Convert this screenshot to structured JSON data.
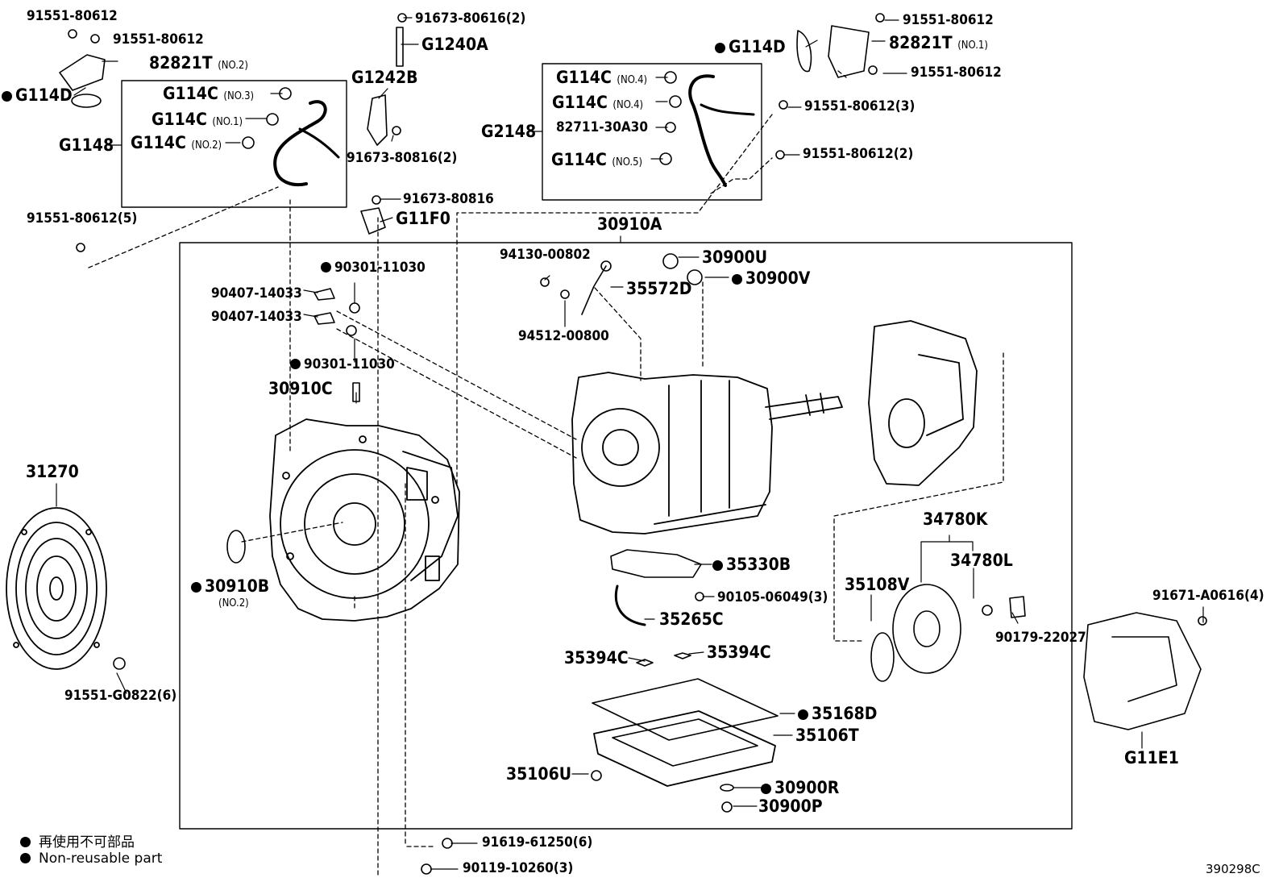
{
  "callouts": [
    {
      "id": "c01",
      "code": "91551-80612",
      "note": "",
      "dot": false,
      "big": false
    },
    {
      "id": "c02",
      "code": "91551-80612",
      "note": "",
      "dot": false,
      "big": false
    },
    {
      "id": "c03",
      "code": "82821T",
      "note": "(NO.2)",
      "dot": false,
      "big": true
    },
    {
      "id": "c04",
      "code": "G114D",
      "note": "",
      "dot": true,
      "big": true
    },
    {
      "id": "c05",
      "code": "G114C",
      "note": "(NO.3)",
      "dot": false,
      "big": true
    },
    {
      "id": "c06",
      "code": "G114C",
      "note": "(NO.1)",
      "dot": false,
      "big": true
    },
    {
      "id": "c07",
      "code": "G114C",
      "note": "(NO.2)",
      "dot": false,
      "big": true
    },
    {
      "id": "c08",
      "code": "G1148",
      "note": "",
      "dot": false,
      "big": true
    },
    {
      "id": "c09",
      "code": "91551-80612(5)",
      "note": "",
      "dot": false,
      "big": false
    },
    {
      "id": "c10",
      "code": "91673-80616(2)",
      "note": "",
      "dot": false,
      "big": false
    },
    {
      "id": "c11",
      "code": "G1240A",
      "note": "",
      "dot": false,
      "big": true
    },
    {
      "id": "c12",
      "code": "G1242B",
      "note": "",
      "dot": false,
      "big": true
    },
    {
      "id": "c13",
      "code": "91673-80816(2)",
      "note": "",
      "dot": false,
      "big": false
    },
    {
      "id": "c14",
      "code": "91673-80816",
      "note": "",
      "dot": false,
      "big": false
    },
    {
      "id": "c15",
      "code": "G11F0",
      "note": "",
      "dot": false,
      "big": true
    },
    {
      "id": "c16",
      "code": "G114D",
      "note": "",
      "dot": true,
      "big": true
    },
    {
      "id": "c17",
      "code": "91551-80612",
      "note": "",
      "dot": false,
      "big": false
    },
    {
      "id": "c18",
      "code": "82821T",
      "note": "(NO.1)",
      "dot": false,
      "big": true
    },
    {
      "id": "c19",
      "code": "91551-80612",
      "note": "",
      "dot": false,
      "big": false
    },
    {
      "id": "c20",
      "code": "G114C",
      "note": "(NO.4)",
      "dot": false,
      "big": true
    },
    {
      "id": "c21",
      "code": "G114C",
      "note": "(NO.4)",
      "dot": false,
      "big": true
    },
    {
      "id": "c22",
      "code": "82711-30A30",
      "note": "",
      "dot": false,
      "big": false
    },
    {
      "id": "c23",
      "code": "G114C",
      "note": "(NO.5)",
      "dot": false,
      "big": true
    },
    {
      "id": "c24",
      "code": "G2148",
      "note": "",
      "dot": false,
      "big": true
    },
    {
      "id": "c25",
      "code": "91551-80612(3)",
      "note": "",
      "dot": false,
      "big": false
    },
    {
      "id": "c26",
      "code": "91551-80612(2)",
      "note": "",
      "dot": false,
      "big": false
    },
    {
      "id": "c27",
      "code": "30910A",
      "note": "",
      "dot": false,
      "big": true
    },
    {
      "id": "c28",
      "code": "94130-00802",
      "note": "",
      "dot": false,
      "big": false
    },
    {
      "id": "c29",
      "code": "30900U",
      "note": "",
      "dot": false,
      "big": true
    },
    {
      "id": "c30",
      "code": "30900V",
      "note": "",
      "dot": true,
      "big": true
    },
    {
      "id": "c31",
      "code": "35572D",
      "note": "",
      "dot": false,
      "big": true
    },
    {
      "id": "c32",
      "code": "94512-00800",
      "note": "",
      "dot": false,
      "big": false
    },
    {
      "id": "c33",
      "code": "90301-11030",
      "note": "",
      "dot": true,
      "big": false
    },
    {
      "id": "c34",
      "code": "90407-14033",
      "note": "",
      "dot": false,
      "big": false
    },
    {
      "id": "c35",
      "code": "90407-14033",
      "note": "",
      "dot": false,
      "big": false
    },
    {
      "id": "c36",
      "code": "90301-11030",
      "note": "",
      "dot": true,
      "big": false
    },
    {
      "id": "c37",
      "code": "30910C",
      "note": "",
      "dot": false,
      "big": true
    },
    {
      "id": "c38",
      "code": "31270",
      "note": "",
      "dot": false,
      "big": true
    },
    {
      "id": "c39",
      "code": "30910B",
      "note": "",
      "dot": true,
      "big": true
    },
    {
      "id": "c40",
      "code": "(NO.2)",
      "note": "",
      "dot": false,
      "big": false
    },
    {
      "id": "c41",
      "code": "91551-G0822(6)",
      "note": "",
      "dot": false,
      "big": false
    },
    {
      "id": "c42",
      "code": "35330B",
      "note": "",
      "dot": true,
      "big": true
    },
    {
      "id": "c43",
      "code": "90105-06049(3)",
      "note": "",
      "dot": false,
      "big": false
    },
    {
      "id": "c44",
      "code": "35265C",
      "note": "",
      "dot": false,
      "big": true
    },
    {
      "id": "c45",
      "code": "35394C",
      "note": "",
      "dot": false,
      "big": true
    },
    {
      "id": "c46",
      "code": "35394C",
      "note": "",
      "dot": false,
      "big": true
    },
    {
      "id": "c47",
      "code": "35168D",
      "note": "",
      "dot": true,
      "big": true
    },
    {
      "id": "c48",
      "code": "35106T",
      "note": "",
      "dot": false,
      "big": true
    },
    {
      "id": "c49",
      "code": "35106U",
      "note": "",
      "dot": false,
      "big": true
    },
    {
      "id": "c50",
      "code": "30900R",
      "note": "",
      "dot": true,
      "big": true
    },
    {
      "id": "c51",
      "code": "30900P",
      "note": "",
      "dot": false,
      "big": true
    },
    {
      "id": "c52",
      "code": "34780K",
      "note": "",
      "dot": false,
      "big": true
    },
    {
      "id": "c53",
      "code": "34780L",
      "note": "",
      "dot": false,
      "big": true
    },
    {
      "id": "c54",
      "code": "35108V",
      "note": "",
      "dot": false,
      "big": true
    },
    {
      "id": "c55",
      "code": "90179-22027",
      "note": "",
      "dot": false,
      "big": false
    },
    {
      "id": "c56",
      "code": "91671-A0616(4)",
      "note": "",
      "dot": false,
      "big": false
    },
    {
      "id": "c57",
      "code": "G11E1",
      "note": "",
      "dot": false,
      "big": true
    },
    {
      "id": "c58",
      "code": "91619-61250(6)",
      "note": "",
      "dot": false,
      "big": false
    },
    {
      "id": "c59",
      "code": "90119-10260(3)",
      "note": "",
      "dot": false,
      "big": false
    }
  ],
  "legend": {
    "line1": "再使用不可部品",
    "line2": "Non-reusable part"
  },
  "figure_code": "390298C",
  "colors": {
    "ink": "#000000",
    "paper": "#ffffff"
  }
}
